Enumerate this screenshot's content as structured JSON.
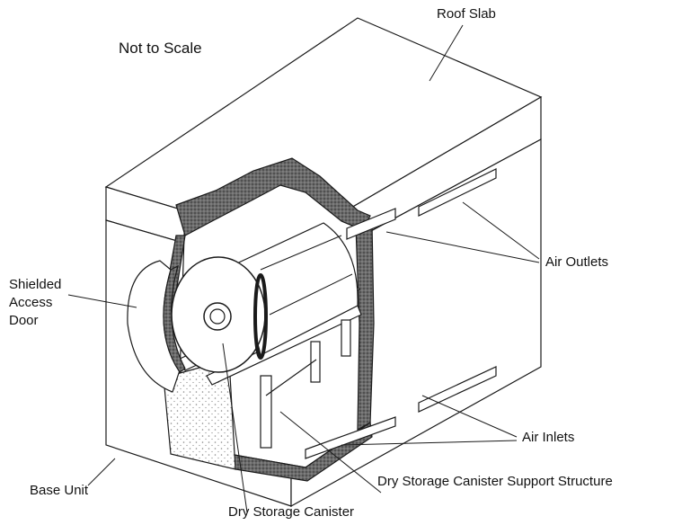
{
  "diagram": {
    "note": "Not to Scale",
    "labels": {
      "roof_slab": "Roof Slab",
      "air_outlets": "Air Outlets",
      "shielded_access_door": [
        "Shielded",
        "Access",
        "Door"
      ],
      "air_inlets": "Air Inlets",
      "base_unit": "Base Unit",
      "support_structure": "Dry Storage Canister Support Structure",
      "canister": "Dry Storage Canister"
    }
  },
  "colors": {
    "line": "#1a1a1a",
    "cut_concrete": "#6e6e6e",
    "face_light": "#ffffff",
    "speckle": "#9a9a9a"
  }
}
